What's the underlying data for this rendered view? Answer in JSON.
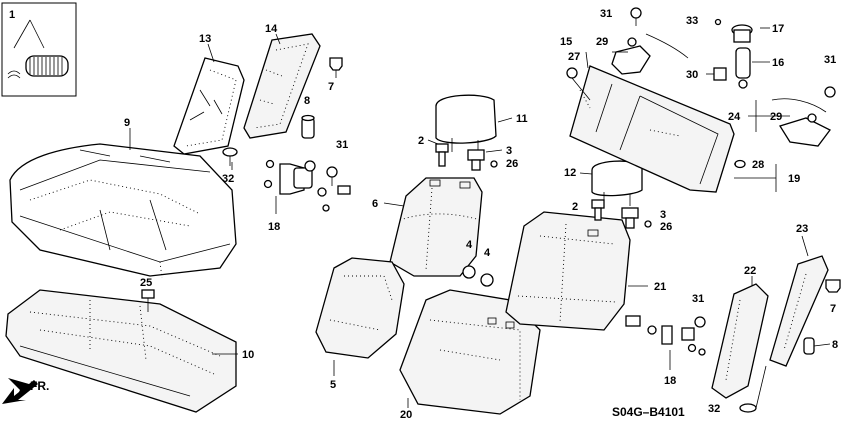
{
  "diagram": {
    "code": "S04G–B4101",
    "direction": "FR.",
    "callouts": [
      {
        "id": "c1",
        "label": "1"
      },
      {
        "id": "c13",
        "label": "13"
      },
      {
        "id": "c14",
        "label": "14"
      },
      {
        "id": "c7a",
        "label": "7"
      },
      {
        "id": "c8a",
        "label": "8"
      },
      {
        "id": "c9",
        "label": "9"
      },
      {
        "id": "c31a",
        "label": "31"
      },
      {
        "id": "c32a",
        "label": "32"
      },
      {
        "id": "c18a",
        "label": "18"
      },
      {
        "id": "c25",
        "label": "25"
      },
      {
        "id": "c10",
        "label": "10"
      },
      {
        "id": "c11",
        "label": "11"
      },
      {
        "id": "c2a",
        "label": "2"
      },
      {
        "id": "c3a",
        "label": "3"
      },
      {
        "id": "c26a",
        "label": "26"
      },
      {
        "id": "c6",
        "label": "6"
      },
      {
        "id": "c4a",
        "label": "4"
      },
      {
        "id": "c4b",
        "label": "4"
      },
      {
        "id": "c5",
        "label": "5"
      },
      {
        "id": "c20",
        "label": "20"
      },
      {
        "id": "c31b",
        "label": "31"
      },
      {
        "id": "c15",
        "label": "15"
      },
      {
        "id": "c29a",
        "label": "29"
      },
      {
        "id": "c33",
        "label": "33"
      },
      {
        "id": "c17",
        "label": "17"
      },
      {
        "id": "c16",
        "label": "16"
      },
      {
        "id": "c30",
        "label": "30"
      },
      {
        "id": "c27",
        "label": "27"
      },
      {
        "id": "c31c",
        "label": "31"
      },
      {
        "id": "c24",
        "label": "24"
      },
      {
        "id": "c29b",
        "label": "29"
      },
      {
        "id": "c28",
        "label": "28"
      },
      {
        "id": "c19",
        "label": "19"
      },
      {
        "id": "c12",
        "label": "12"
      },
      {
        "id": "c2b",
        "label": "2"
      },
      {
        "id": "c3b",
        "label": "3"
      },
      {
        "id": "c26b",
        "label": "26"
      },
      {
        "id": "c21",
        "label": "21"
      },
      {
        "id": "c23",
        "label": "23"
      },
      {
        "id": "c22",
        "label": "22"
      },
      {
        "id": "c7b",
        "label": "7"
      },
      {
        "id": "c8b",
        "label": "8"
      },
      {
        "id": "c31d",
        "label": "31"
      },
      {
        "id": "c18b",
        "label": "18"
      },
      {
        "id": "c32b",
        "label": "32"
      }
    ]
  }
}
